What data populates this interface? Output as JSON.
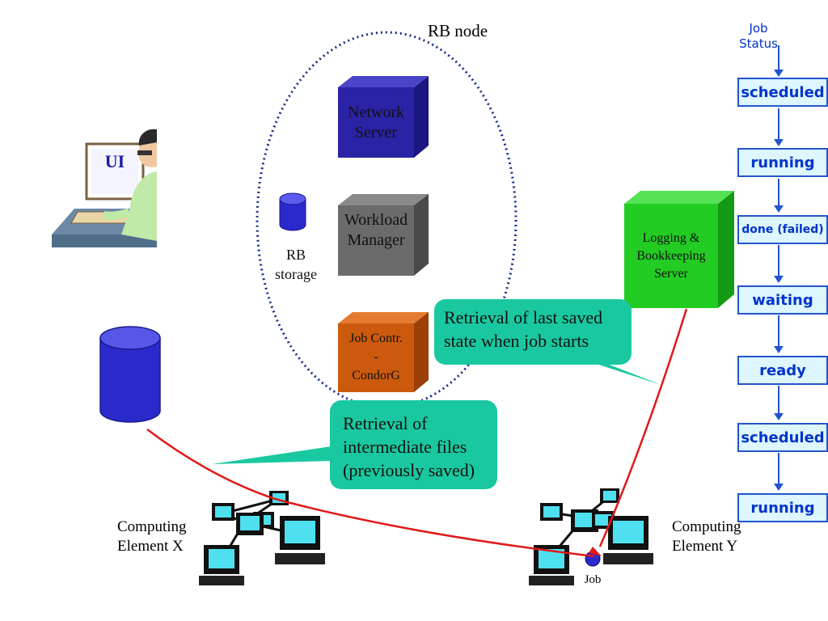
{
  "rb_node": {
    "title": "RB node"
  },
  "components": {
    "network_server": [
      "Network",
      "Server"
    ],
    "workload_manager": [
      "Workload",
      "Manager"
    ],
    "job_controller": [
      "Job Contr.",
      "-",
      "CondorG"
    ],
    "rb_storage": [
      "RB",
      "storage"
    ],
    "logging_server": [
      "Logging &",
      "Bookkeeping",
      "Server"
    ],
    "ui_label": "UI"
  },
  "computing_elements": {
    "x": [
      "Computing",
      "Element X"
    ],
    "y": [
      "Computing",
      "Element Y"
    ],
    "job_label": "Job"
  },
  "callouts": {
    "last_state": [
      "Retrieval of last saved",
      "state when job starts"
    ],
    "intermediate": [
      "Retrieval of",
      "intermediate files",
      "(previously saved)"
    ]
  },
  "job_status": {
    "title": [
      "Job",
      "Status"
    ],
    "states": [
      "scheduled",
      "running",
      "done (failed)",
      "waiting",
      "ready",
      "scheduled",
      "running"
    ]
  },
  "colors": {
    "network_server": "#2a23a5",
    "workload_manager": "#6b6b6b",
    "job_controller": "#cc5a0e",
    "logging_server": "#22cc22",
    "callout": "#19c8a0",
    "status_border": "#2255cc",
    "status_fill": "#ddf6ff",
    "status_text": "#0033cc",
    "red_line": "#e01818",
    "storage_blue": "#2a2acc"
  }
}
